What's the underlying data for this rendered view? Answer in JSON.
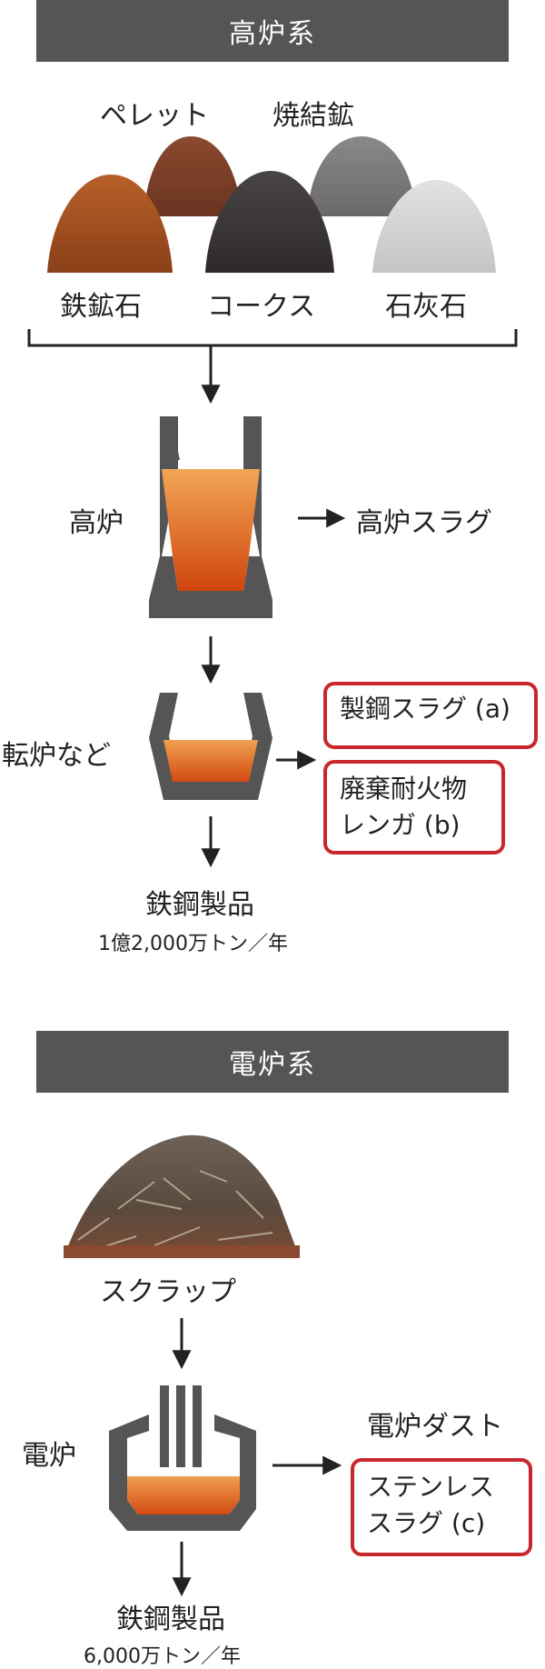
{
  "blast_furnace_section": {
    "header": "高炉系",
    "materials": {
      "pellet": "ペレット",
      "sinter": "焼結鉱",
      "iron_ore": "鉄鉱石",
      "coke": "コークス",
      "limestone": "石灰石"
    },
    "furnace_label": "高炉",
    "furnace_output": "高炉スラグ",
    "converter_label": "転炉など",
    "slag_a": "製鋼スラグ (a)",
    "slag_b_line1": "廃棄耐火物",
    "slag_b_line2": "レンガ (b)",
    "product": "鉄鋼製品",
    "production": "1億2,000万トン／年"
  },
  "electric_furnace_section": {
    "header": "電炉系",
    "scrap_label": "スクラップ",
    "furnace_label": "電炉",
    "dust_label": "電炉ダスト",
    "slag_c_line1": "ステンレス",
    "slag_c_line2": "スラグ (c)",
    "product": "鉄鋼製品",
    "production": "6,000万トン／年"
  },
  "colors": {
    "header_bg": "#555555",
    "highlight_border": "#c8282c",
    "furnace_wall": "#555555",
    "molten_top": "#f0a050",
    "molten_bottom": "#d04a10"
  }
}
